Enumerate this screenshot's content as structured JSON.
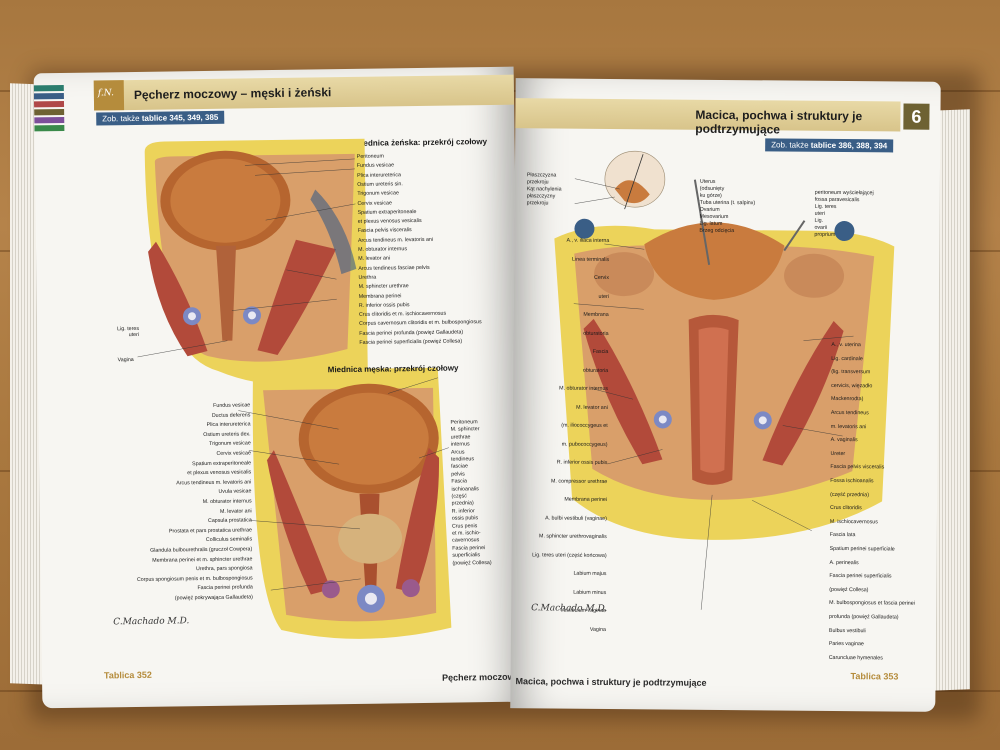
{
  "left_page": {
    "header_title": "Pęcherz moczowy – męski i żeński",
    "see_also_prefix": "Zob. także",
    "see_also_plates": "tablice 345, 349, 385",
    "figure1_title": "Miednica żeńska: przekrój czołowy",
    "figure1_labels": [
      "Peritoneum",
      "Fundus vesicae",
      "Plica interureterica",
      "Ostium ureteris sin.",
      "Trigonum vesicae",
      "Cervix vesicae",
      "Spatium extraperitoneale",
      "et plexus venosus vesicalis",
      "Fascia pelvis visceralis",
      "Arcus tendineus m. levatoris ani",
      "M. obturator internus",
      "M. levator ani",
      "Arcus tendineus fasciae pelvis",
      "Urethra",
      "M. sphincter urethrae",
      "Membrana perinei",
      "R. inferior ossis pubis",
      "Crus clitoridis et m. ischiocavernosus",
      "Corpus cavernosum clitoridis et m. bulbospongiosus",
      "Fascia perinei profunda (powięź Gallaudeta)",
      "Fascia perinei superficialis (powięź Collesa)"
    ],
    "figure1_left_labels": [
      "Lig. teres",
      "uteri",
      "Vagina"
    ],
    "figure2_title": "Miednica męska: przekrój czołowy",
    "figure2_left_labels": [
      "Fundus vesicae",
      "Ductus deferens",
      "Plica interureterica",
      "Ostium ureteris dex.",
      "Trigonum vesicae",
      "Cervix vesicae",
      "Spatium extraperitoneale",
      "et plexus venosus vesicalis",
      "Arcus tendineus m. levatoris ani",
      "Uvula vesicae",
      "M. obturator internus",
      "M. levator ani",
      "Capsula prostatica",
      "Prostata et pars prostatica urethrae",
      "Colliculus seminalis",
      "Glandula bulbourethralis (gruczoł Cowpera)",
      "Membrana perinei et m. sphincter urethrae",
      "Urethra, pars spongiosa",
      "Corpus spongiosum penis et m. bulbospongiosus",
      "Fascia perinei profunda",
      "(powięź pokrywająca Gallaudeta)"
    ],
    "figure2_right_labels": [
      "Peritoneum",
      "M. sphincter",
      "urethrae",
      "internus",
      "Arcus",
      "tendineus",
      "fasciae",
      "pelvis",
      "Fascia",
      "ischioanalis",
      "(część",
      "przednia)",
      "R. inferior",
      "ossis pubis",
      "Crus penis",
      "et m. ischio-",
      "cavernosus",
      "Fascia perinei",
      "superficialis",
      "(powięź Collesa)"
    ],
    "signature": "C.Machado M.D.",
    "footer_plate": "Tablica 352",
    "footer_title": "Pęcherz moczowy"
  },
  "right_page": {
    "header_title": "Macica, pochwa i struktury je podtrzymujące",
    "plate_number": "6",
    "see_also_prefix": "Zob. także",
    "see_also_plates": "tablice 386, 388, 394",
    "top_labels": [
      "Płaszczyzna",
      "przekroju",
      "Kąt nachylenia",
      "płaszczyzny",
      "przekroju",
      "Uterus",
      "(odsunięty",
      "ku górze)",
      "Tuba uterina (t. salpinx)",
      "Ovarium",
      "Mesovarium",
      "Lig. latum",
      "Brzeg odcięcia",
      "peritoneum wyściełającej",
      "fossa paravesicalis",
      "Lig. teres",
      "uteri",
      "Lig.",
      "ovarii",
      "proprium"
    ],
    "left_labels": [
      "A., v. iliaca interna",
      "Linea terminalis",
      "Cervix",
      "uteri",
      "Membrana",
      "obturatoria",
      "Fascia",
      "obturatoria",
      "M. obturator internus",
      "M. levator ani",
      "(m. iliococcygeus et",
      "m. pubococcygeus)",
      "R. inferior ossis pubis",
      "M. compressor urethrae",
      "Membrana perinei",
      "A. bulbi vestibuli (vaginae)",
      "M. sphincter urethrovaginalis",
      "Lig. teres uteri (część końcowa)",
      "Labium majus",
      "Labium minus",
      "Vestibulum vaginae",
      "Vagina"
    ],
    "right_labels": [
      "A., v. uterina",
      "Lig. cardinale",
      "(lig. transversum",
      "cervicis, więzadło",
      "Mackenrodta)",
      "Arcus tendineus",
      "m. levatoris ani",
      "A. vaginalis",
      "Ureter",
      "Fascia pelvis visceralis",
      "Fossa ischioanalis",
      "(część przednia)",
      "Crus clitoridis",
      "M. ischiocavernosus",
      "Fascia lata",
      "Spatium perinei superficiale",
      "A. perinealis",
      "Fascia perinei superficialis",
      "(powięź Collesa)",
      "M. bulbospongiosus et fascia perinei",
      "profunda (powięź Gallaudeta)",
      "Bulbus vestibuli",
      "Paries vaginae",
      "Caruncluae hymenales"
    ],
    "signature": "C.Machado M.D.",
    "footer_title": "Macica, pochwa i struktury je podtrzymujące",
    "footer_plate": "Tablica 353"
  },
  "colors": {
    "table_wood": "#a9783f",
    "header_gold": "#d8c48a",
    "see_also_blue": "#3a5e86",
    "plate_badge": "#6e6233",
    "flesh": "#c9874f",
    "muscle_red": "#b24a3a",
    "fat_yellow": "#ecd35a"
  }
}
